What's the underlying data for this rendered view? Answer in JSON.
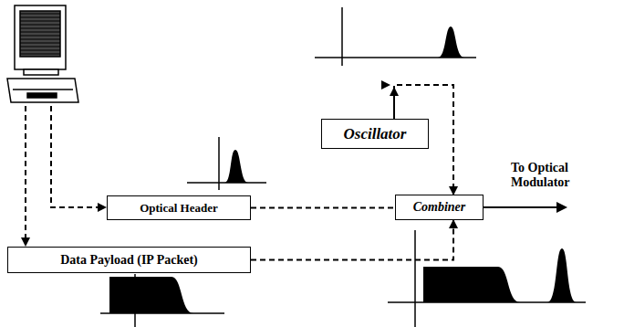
{
  "diagram": {
    "nodes": [
      {
        "text": [
          "Optical Header"
        ]
      },
      {
        "text": [
          "Oscillator"
        ]
      },
      {
        "text": [
          "Combiner"
        ]
      },
      {
        "text": [
          "Data Payload (IP Packet)"
        ]
      }
    ],
    "edges": [
      {
        "from": 0,
        "to": 2,
        "arrow": "to"
      },
      {
        "from": 1,
        "to": 2,
        "arrow": "to"
      },
      {
        "from": 3,
        "to": 2,
        "arrow": "to"
      }
    ],
    "labels": [
      "To Optical Modulator"
    ]
  }
}
